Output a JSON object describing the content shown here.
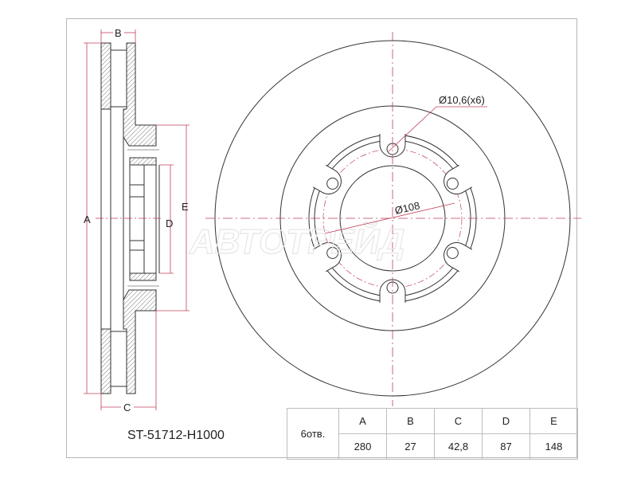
{
  "drawing": {
    "part_number": "ST-51712-H1000",
    "side_view_labels": {
      "A": "A",
      "B": "B",
      "C": "C",
      "D": "D",
      "E": "E"
    },
    "front_view_labels": {
      "bolt_hole": "Ø10,6(x6)",
      "pcd": "Ø108"
    },
    "watermark": "АВТОТРЕЙД",
    "colors": {
      "line": "#333333",
      "dimension": "#c0405a",
      "frame": "#b5b5b5"
    }
  },
  "spec_table": {
    "holes_label": "6отв.",
    "headers": [
      "A",
      "B",
      "C",
      "D",
      "E"
    ],
    "values": [
      "280",
      "27",
      "42,8",
      "87",
      "148"
    ]
  }
}
